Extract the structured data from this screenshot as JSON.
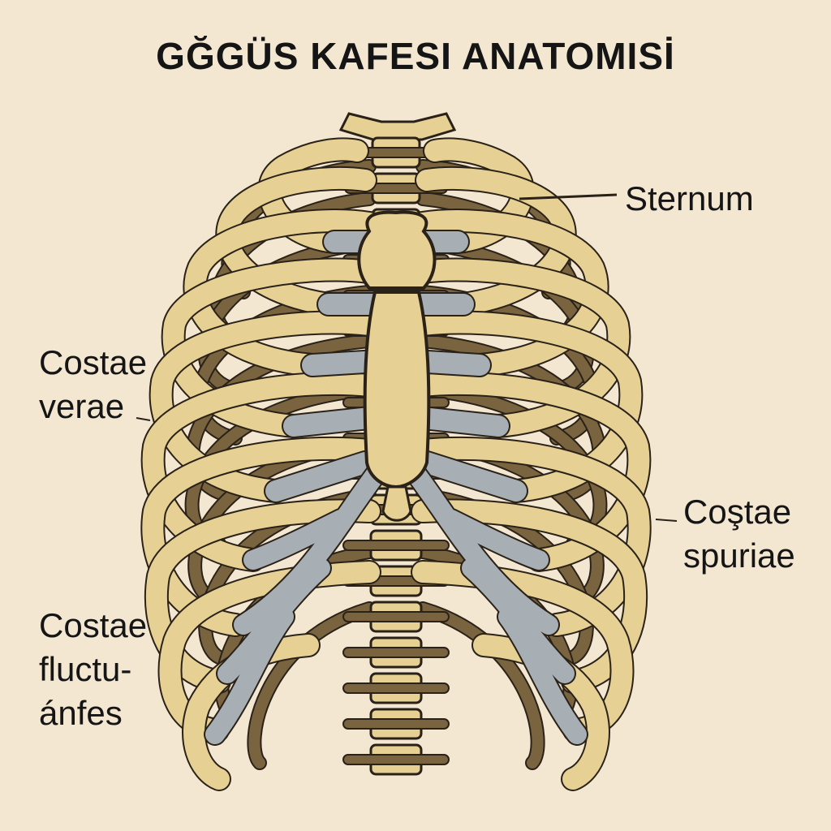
{
  "title": "GĞGÜS KAFESI ANATOMISİ",
  "labels": {
    "sternum": "Sternum",
    "costae_verae": [
      "Costae",
      "verae"
    ],
    "costae_spuriae": [
      "Coştae",
      "spuriae"
    ],
    "costae_fluctuantes": [
      "Costae",
      "fluctu-",
      "ánfes"
    ]
  },
  "colors": {
    "background": "#f3e7d2",
    "bone": "#e6d094",
    "bone_shadow": "#7a6440",
    "cartilage": "#a7aeb4",
    "outline": "#2a2218",
    "text": "#151515"
  }
}
